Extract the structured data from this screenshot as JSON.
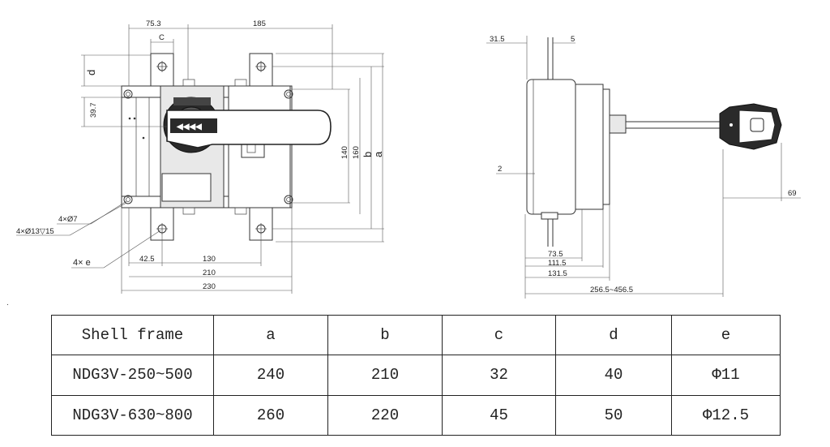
{
  "front_view": {
    "dim_top_left": "75.3",
    "dim_top_c": "C",
    "dim_top_right": "185",
    "dim_left_d": "d",
    "dim_left_39": "39.7",
    "dim_right_140": "140",
    "dim_right_160": "160",
    "dim_right_b": "b",
    "dim_right_a": "a",
    "hole_small": "4×Ø7",
    "hole_counterbore": "4×Ø13▽15",
    "hole_e": "4× e",
    "dim_bottom_42": "42.5",
    "dim_bottom_130": "130",
    "dim_bottom_210": "210",
    "dim_bottom_230": "230"
  },
  "side_view": {
    "dim_31": "31.5",
    "dim_5": "5",
    "dim_2": "2",
    "dim_69": "69",
    "dim_73": "73.5",
    "dim_111": "111.5",
    "dim_131": "131.5",
    "dim_total": "256.5~456.5"
  },
  "stray_mark": ".",
  "table": {
    "header": [
      "Shell frame",
      "a",
      "b",
      "c",
      "d",
      "e"
    ],
    "rows": [
      [
        "NDG3V-250~500",
        "240",
        "210",
        "32",
        "40",
        "Φ11"
      ],
      [
        "NDG3V-630~800",
        "260",
        "220",
        "45",
        "50",
        "Φ12.5"
      ]
    ]
  }
}
